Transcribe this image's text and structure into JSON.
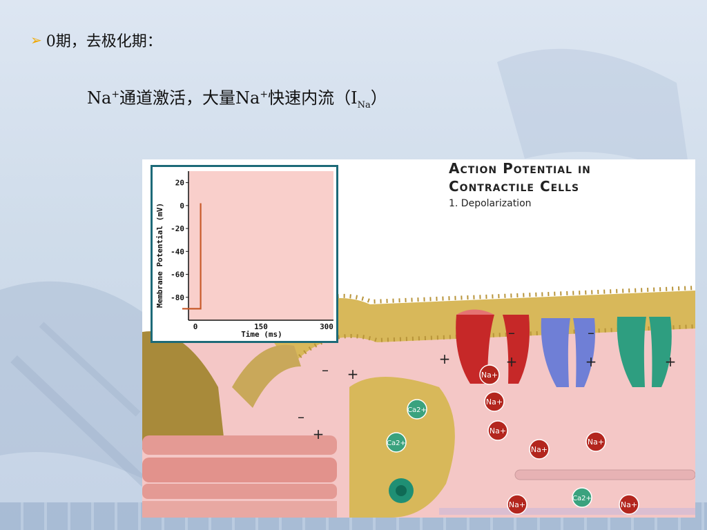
{
  "slide": {
    "heading": "0期，去极化期：",
    "body_prefix": "Na",
    "body_sup1": "+",
    "body_mid": "通道激活，大量Na",
    "body_sup2": "+",
    "body_mid2": "快速内流（I",
    "body_sub": "Na",
    "body_end": "）"
  },
  "figure": {
    "title_line1": "Action Potential in",
    "title_line2": "Contractile Cells",
    "subtitle": "1. Depolarization",
    "ions": {
      "na": "Na+",
      "ca": "Ca2+"
    },
    "charges": {
      "plus": "+",
      "minus": "–"
    }
  },
  "chart_data": {
    "type": "line",
    "xlabel": "Time (ms)",
    "ylabel": "Membrane Potential (mV)",
    "xlim": [
      0,
      300
    ],
    "ylim": [
      -100,
      30
    ],
    "x_ticks": [
      "0",
      "150",
      "300"
    ],
    "y_ticks": [
      "20",
      "0",
      "-20",
      "-40",
      "-60",
      "-80"
    ],
    "series": [
      {
        "x": [
          -30,
          0,
          12,
          12
        ],
        "y": [
          -90,
          -90,
          -90,
          2
        ]
      }
    ],
    "colors": {
      "line": "#c85a2a",
      "plot_bg": "#f9cfcb",
      "frame": "#1d6a78"
    }
  }
}
